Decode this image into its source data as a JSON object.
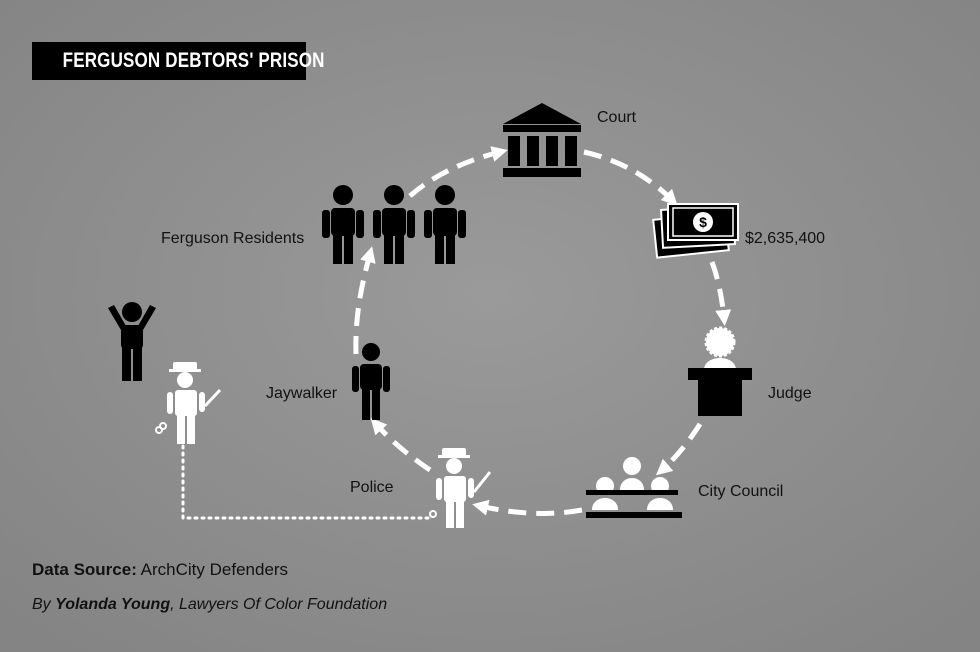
{
  "title": "FERGUSON DEBTORS' PRISON",
  "nodes": {
    "court": "Court",
    "fines": "$2,635,400",
    "judge": "Judge",
    "city_council": "City Council",
    "police": "Police",
    "jaywalker": "Jaywalker",
    "residents": "Ferguson Residents"
  },
  "footer": {
    "source_label": "Data Source:",
    "source_value": "ArchCity Defenders",
    "credit_prefix": "By",
    "credit_author": "Yolanda Young",
    "credit_org": ", Lawyers Of Color Foundation"
  },
  "colors": {
    "background": "#8f8f8f",
    "ink": "#000000",
    "arrows": "#ffffff"
  },
  "icons": [
    "courthouse-icon",
    "money-icon",
    "judge-icon",
    "city-council-icon",
    "police-officer-icon",
    "jaywalker-icon",
    "residents-icon",
    "arrested-person-icon",
    "officer-with-handcuffs-icon"
  ]
}
